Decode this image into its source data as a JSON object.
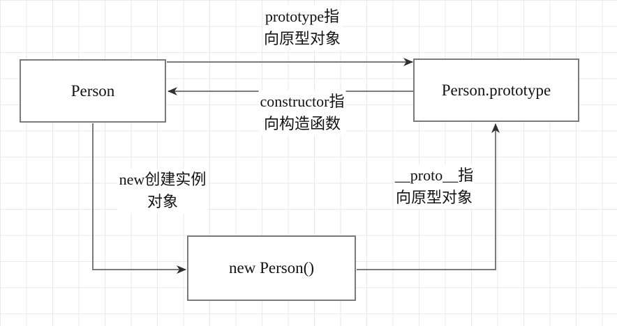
{
  "diagram": {
    "nodes": {
      "person": {
        "label": "Person"
      },
      "person_prototype": {
        "label": "Person.prototype"
      },
      "new_person": {
        "label": "new Person()"
      }
    },
    "edges": {
      "prototype": {
        "line1": "prototype指",
        "line2": "向原型对象"
      },
      "constructor": {
        "line1": "constructor指",
        "line2": "向构造函数"
      },
      "new_instance": {
        "line1": "new创建实例",
        "line2": "对象"
      },
      "proto": {
        "line1": "__proto__指",
        "line2": "向原型对象"
      }
    },
    "colors": {
      "background": "#ffffff",
      "grid_line": "#e9e9e9",
      "node_fill": "#ffffff",
      "node_border": "#7a7a7a",
      "edge_line": "#7a7a7a",
      "arrowhead": "#2f2f2f",
      "text": "#121212"
    }
  }
}
